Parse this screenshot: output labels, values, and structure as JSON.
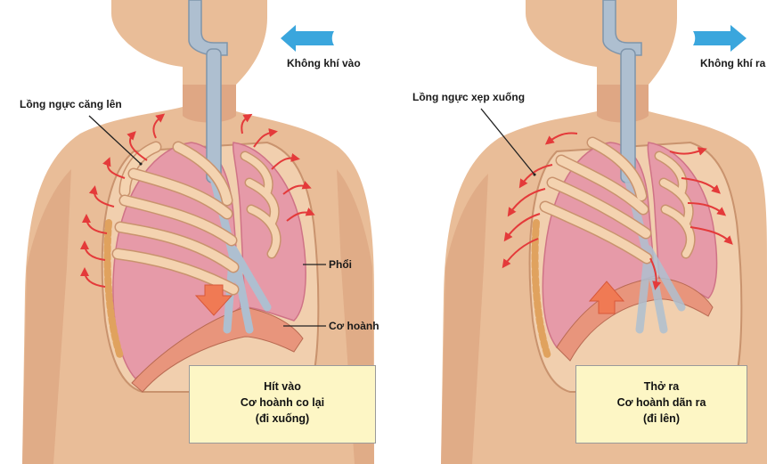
{
  "colors": {
    "skin": "#e9bd98",
    "skin_shadow": "#d99f7a",
    "lung": "#e69aa8",
    "lung_dark": "#cf7386",
    "rib": "#f4d3b0",
    "rib_edge": "#c9936e",
    "airway": "#aebfd0",
    "diaphragm": "#e8957c",
    "movement_arrow": "#e43a3a",
    "air_arrow": "#3aa6dd",
    "big_arrow": "#f07a54",
    "box_fill": "#fdf6c5"
  },
  "left_panel": {
    "air_label": "Không khí vào",
    "air_arrow_icon": "arrow-left",
    "chest_label": "Lồng ngực căng lên",
    "lung_label": "Phổi",
    "diaphragm_label": "Cơ hoành",
    "diaphragm_arrow_icon": "arrow-down",
    "box_lines": [
      "Hít vào",
      "Cơ hoành co lại",
      "(đi xuống)"
    ]
  },
  "right_panel": {
    "air_label": "Không khí ra",
    "air_arrow_icon": "arrow-right",
    "chest_label": "Lồng ngực xẹp xuống",
    "diaphragm_arrow_icon": "arrow-up",
    "box_lines": [
      "Thở ra",
      "Cơ hoành dãn ra",
      "(đi lên)"
    ]
  }
}
